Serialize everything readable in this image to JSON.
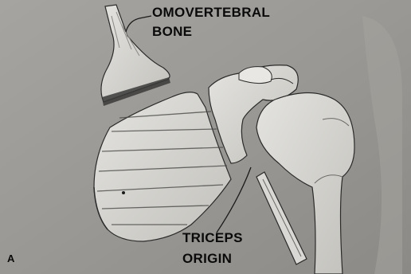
{
  "figure": {
    "labels": {
      "omovertebral_line1": "OMOVERTEBRAL",
      "omovertebral_line2": "BONE",
      "triceps_line1": "TRICEPS",
      "triceps_line2": "ORIGIN",
      "panel_letter": "A"
    },
    "colors": {
      "background": "#9c9a96",
      "bone_fill": "#d4d3cf",
      "bone_highlight": "#ebeae6",
      "ink": "#1a1a1a"
    }
  }
}
